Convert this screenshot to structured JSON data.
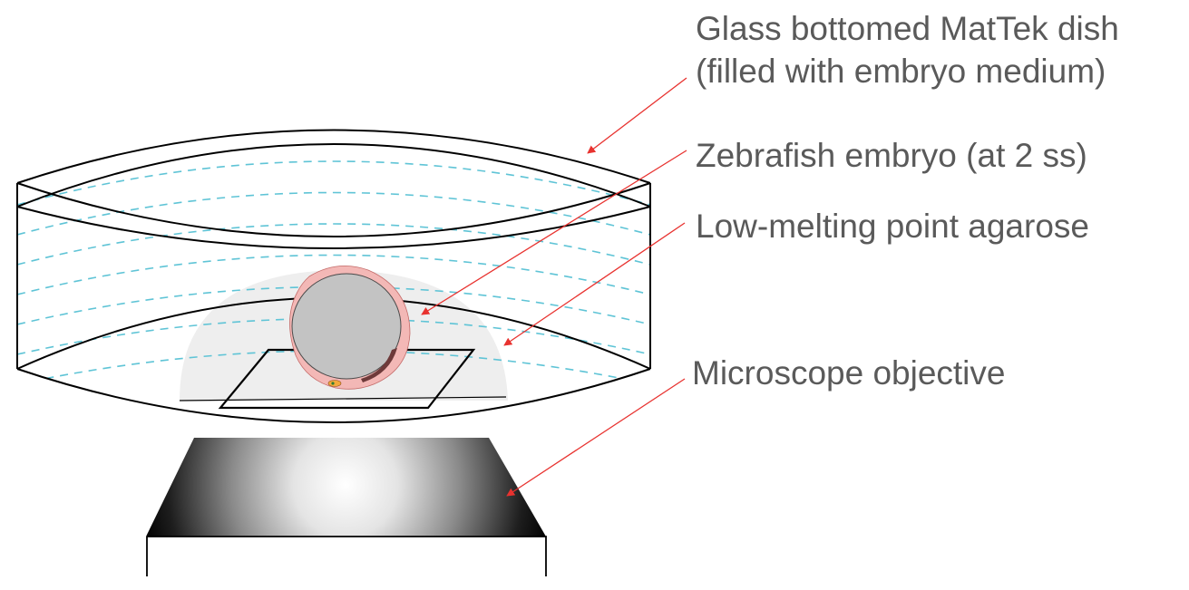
{
  "labels": {
    "dish": {
      "line1": "Glass bottomed MatTek dish",
      "line2": "(filled with embryo medium)"
    },
    "embryo": "Zebrafish embryo (at 2 ss)",
    "agarose": "Low-melting point agarose",
    "objective": "Microscope objective"
  },
  "colors": {
    "outline": "#000000",
    "leader_line": "#e8322f",
    "medium_dashes": "#5fc4d6",
    "agarose_fill": "#eeeeee",
    "yolk": "#c3c3c3",
    "embryo_tissue": "#f3b8b6",
    "objective_center": "#ffffff",
    "objective_edge": "#000000",
    "text": "#5a5a5a"
  }
}
